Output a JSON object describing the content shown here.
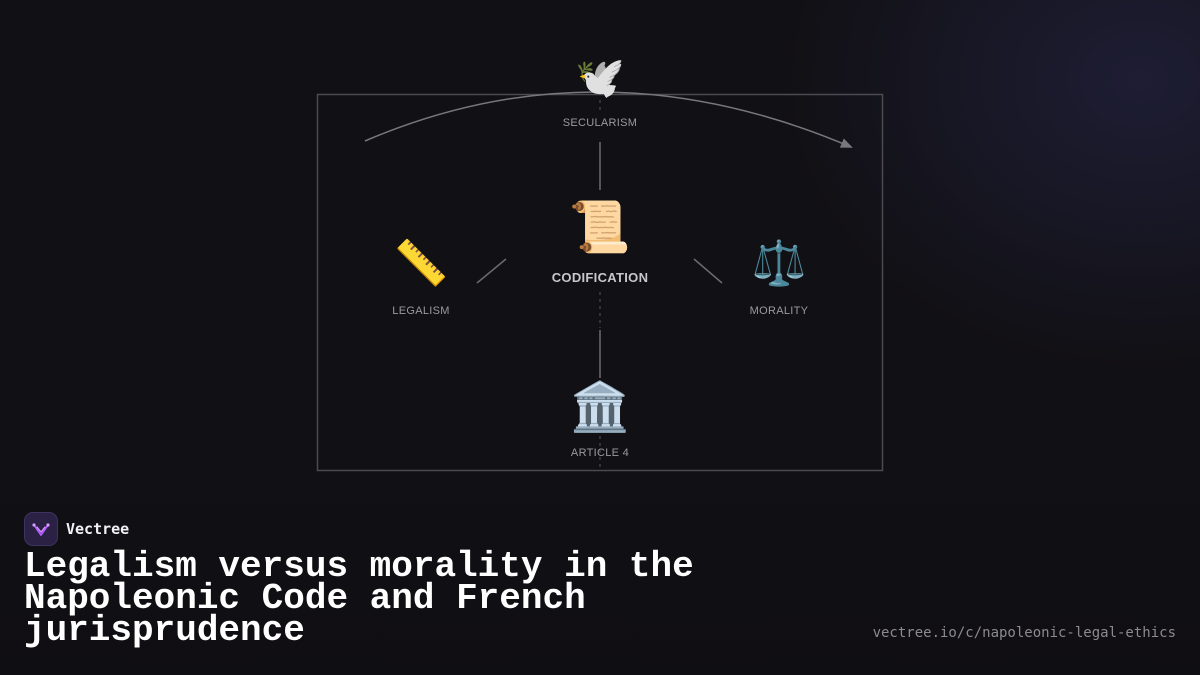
{
  "diagram": {
    "nodes": {
      "top": {
        "label": "SECULARISM",
        "icon": "dove-icon",
        "glyph": "🕊️"
      },
      "center": {
        "label": "CODIFICATION",
        "icon": "scroll-icon",
        "glyph": "📜"
      },
      "left": {
        "label": "LEGALISM",
        "icon": "ruler-icon",
        "glyph": "📏"
      },
      "right": {
        "label": "MORALITY",
        "icon": "scales-icon",
        "glyph": "⚖️"
      },
      "bottom": {
        "label": "ARTICLE 4",
        "icon": "classical-building-icon",
        "glyph": "🏛️"
      }
    },
    "colors": {
      "frame": "#4a4a50",
      "connector": "#6a6a70",
      "arc": "#77777c"
    }
  },
  "brand": {
    "name": "Vectree",
    "logo_icon": "vectree-logo-icon",
    "logo_color": "#b65cff"
  },
  "title": "Legalism versus morality in the Napoleonic Code and French jurisprudence",
  "url": "vectree.io/c/napoleonic-legal-ethics"
}
